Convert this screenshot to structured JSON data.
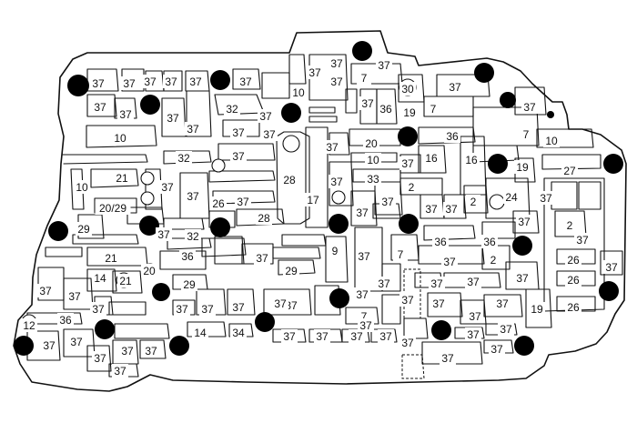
{
  "diagram": {
    "labels": [
      "37",
      "37",
      "37",
      "37",
      "37",
      "37",
      "10",
      "37",
      "37",
      "7",
      "37",
      "37",
      "30",
      "37",
      "37",
      "37",
      "37",
      "32",
      "37",
      "37",
      "37",
      "19",
      "7",
      "37",
      "10",
      "37",
      "37",
      "36",
      "7",
      "20",
      "37",
      "36",
      "10",
      "32",
      "37",
      "37",
      "16",
      "16",
      "19",
      "27",
      "28",
      "17",
      "37",
      "10",
      "33",
      "21",
      "2",
      "10",
      "37",
      "26",
      "37",
      "2",
      "24",
      "37",
      "37",
      "20/29",
      "28",
      "37",
      "37",
      "37",
      "37",
      "37",
      "2",
      "29",
      "37",
      "32",
      "36",
      "9",
      "37",
      "21",
      "7",
      "36",
      "37",
      "37",
      "26",
      "37",
      "37",
      "36",
      "2",
      "37",
      "26",
      "20",
      "29",
      "37",
      "14",
      "37",
      "37",
      "29",
      "21",
      "26",
      "37",
      "37",
      "37",
      "37",
      "37",
      "37",
      "37",
      "37",
      "37",
      "37",
      "37",
      "37",
      "12",
      "36",
      "37",
      "14",
      "34",
      "19",
      "37",
      "37",
      "37",
      "37",
      "37",
      "7",
      "37",
      "37",
      "37",
      "37",
      "37",
      "37",
      "37",
      "37",
      "37",
      "37",
      "37",
      "37"
    ]
  }
}
